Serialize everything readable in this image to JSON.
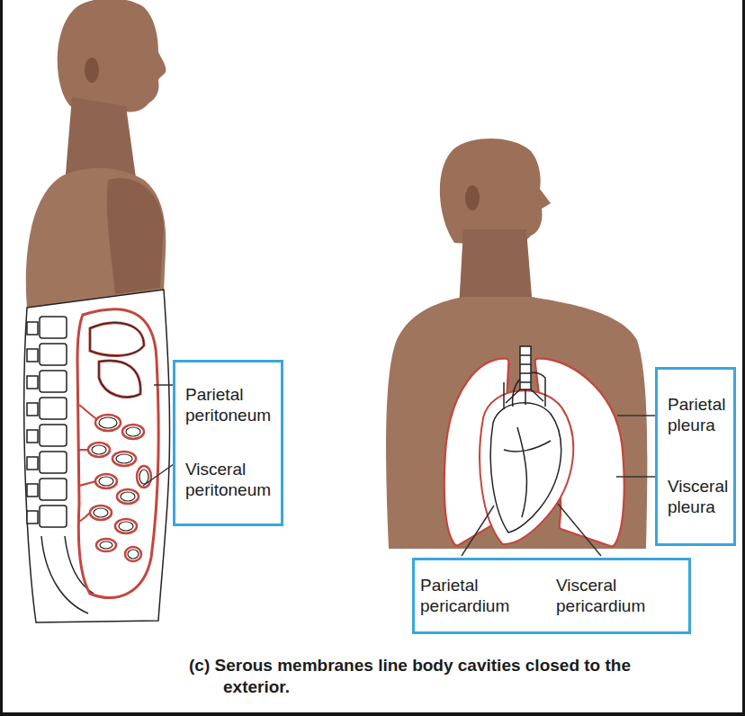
{
  "diagram": {
    "caption": "(c) Serous membranes line body cavities closed to the exterior.",
    "nodes": [
      {
        "text": [
          "Parietal peritoneum",
          "Visceral peritoneum"
        ]
      },
      {
        "text": [
          "Parietal pleura",
          "Visceral pleura"
        ]
      },
      {
        "text": [
          "Parietal pericardium",
          "Visceral pericardium"
        ]
      }
    ]
  }
}
